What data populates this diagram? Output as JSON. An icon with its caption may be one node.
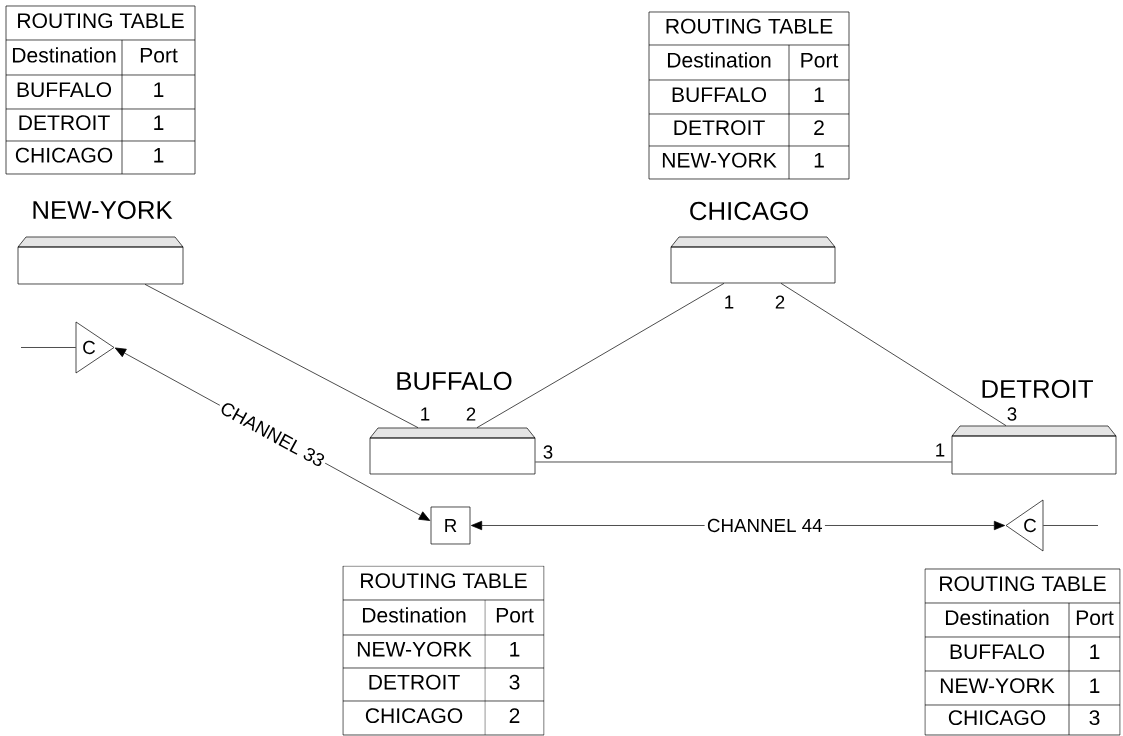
{
  "diagram": {
    "nodes": [
      {
        "text": [
          "ROUTING TABLE",
          "Destination",
          "Port",
          "BUFFALO",
          "1",
          "DETROIT",
          "1",
          "CHICAGO",
          "1"
        ]
      },
      {
        "text": [
          "ROUTING TABLE",
          "Destination",
          "Port",
          "BUFFALO",
          "1",
          "DETROIT",
          "2",
          "NEW-YORK",
          "1"
        ]
      },
      {
        "text": [
          "NEW-YORK"
        ]
      },
      {
        "text": [
          "CHICAGO"
        ],
        "beside": [
          "1",
          "2"
        ]
      },
      {
        "text": [
          "C"
        ]
      },
      {
        "text": [
          "BUFFALO"
        ],
        "beside": [
          "1",
          "2",
          "3"
        ]
      },
      {
        "text": [
          "DETROIT"
        ],
        "beside": [
          "3",
          "1"
        ]
      },
      {
        "text": [
          "R"
        ]
      },
      {
        "text": [
          "C"
        ]
      },
      {
        "text": [
          "ROUTING TABLE",
          "Destination",
          "Port",
          "NEW-YORK",
          "1",
          "DETROIT",
          "3",
          "CHICAGO",
          "2"
        ]
      },
      {
        "text": [
          "ROUTING TABLE",
          "Destination",
          "Port",
          "BUFFALO",
          "1",
          "NEW-YORK",
          "1",
          "CHICAGO",
          "3"
        ]
      }
    ],
    "edges": [
      {
        "from": 2,
        "to": 5,
        "arrow": "none"
      },
      {
        "from": 3,
        "to": 5,
        "arrow": "none"
      },
      {
        "from": 3,
        "to": 6,
        "arrow": "none"
      },
      {
        "from": 5,
        "to": 6,
        "arrow": "none"
      },
      {
        "from": 7,
        "to": 4,
        "arrow": "both",
        "label": "CHANNEL 33"
      },
      {
        "from": 7,
        "to": 8,
        "arrow": "both",
        "label": "CHANNEL 44"
      },
      {
        "from": null,
        "to": 4,
        "arrow": "none"
      },
      {
        "from": 8,
        "to": null,
        "arrow": "none"
      }
    ]
  }
}
